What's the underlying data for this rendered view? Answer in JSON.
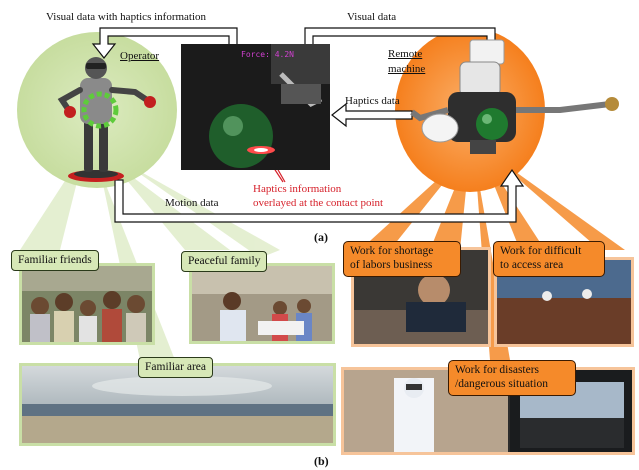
{
  "labels": {
    "visual_haptics": "Visual data with haptics information",
    "visual_data": "Visual data",
    "operator": "Operator",
    "remote_machine_1": "Remote",
    "remote_machine_2": "machine",
    "haptics_data": "Haptics data",
    "motion_data": "Motion data",
    "haptics_info_1": "Haptics information",
    "haptics_info_2": "overlayed at the contact point",
    "panel_a": "(a)",
    "panel_b": "(b)",
    "overlay_text": "Force: 4.2N"
  },
  "boxes": {
    "familiar_friends": "Familiar friends",
    "peaceful_family": "Peaceful family",
    "familiar_area": "Familiar area",
    "shortage_1": "Work for shortage",
    "shortage_2": "of labors business",
    "difficult_1": "Work for difficult",
    "difficult_2": "to access area",
    "disasters_1": "Work for disasters",
    "disasters_2": "/dangerous situation"
  },
  "colors": {
    "green_halo": "#c9dfa6",
    "orange_halo": "#f57f1d",
    "haptics_red": "#d6202a"
  }
}
